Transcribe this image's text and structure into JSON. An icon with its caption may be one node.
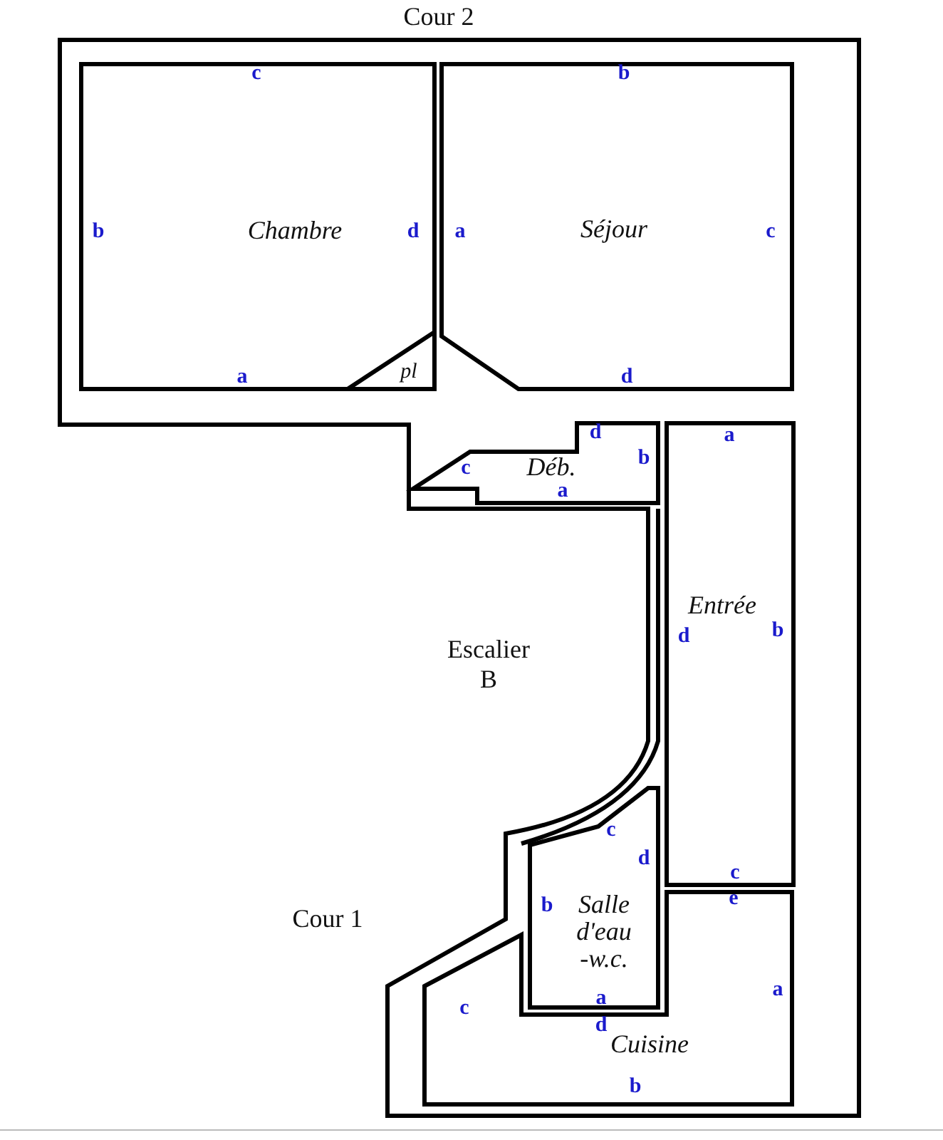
{
  "diagram": {
    "nodes": [
      {
        "text": [
          "Chambre"
        ]
      },
      {
        "text": [
          "Séjour"
        ]
      },
      {
        "text": [
          "pl"
        ],
        "in": 0
      },
      {
        "text": [
          "Déb."
        ]
      },
      {
        "text": [
          "Entrée"
        ]
      },
      {
        "text": [
          "Salle d'eau -w.c."
        ]
      },
      {
        "text": [
          "Cuisine"
        ]
      }
    ],
    "edges": [],
    "labels": [
      "Cour 2",
      "c",
      "b",
      "b",
      "d",
      "a",
      "c",
      "a",
      "d",
      "d",
      "a",
      "c",
      "b",
      "a",
      "Escalier B",
      "d",
      "b",
      "c",
      "d",
      "c",
      "Cour 1",
      "b",
      "e",
      "a",
      "c",
      "a",
      "d",
      "b"
    ]
  }
}
